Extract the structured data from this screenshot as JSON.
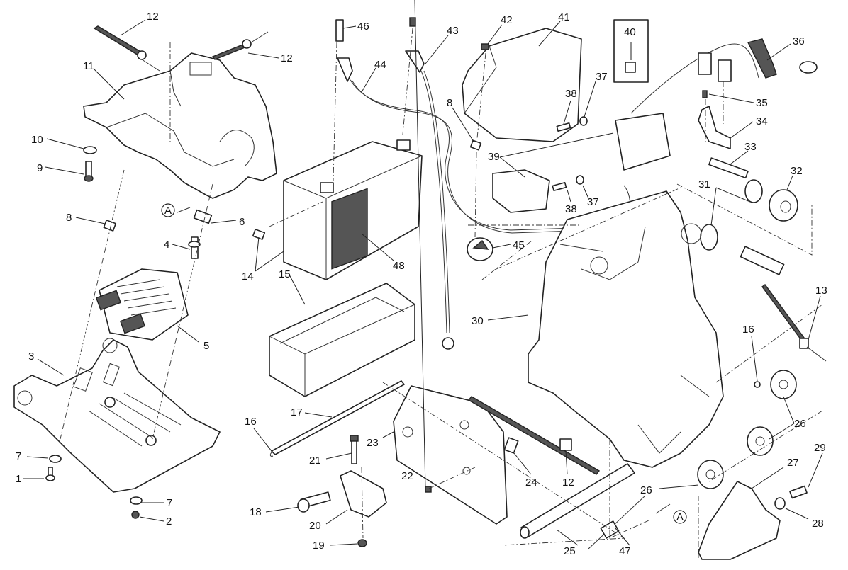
{
  "diagram": {
    "type": "exploded-parts-view",
    "reference_marker": "A",
    "callouts": [
      {
        "id": "c12a",
        "label": "12"
      },
      {
        "id": "c12b",
        "label": "12"
      },
      {
        "id": "c11",
        "label": "11"
      },
      {
        "id": "c10",
        "label": "10"
      },
      {
        "id": "c9",
        "label": "9"
      },
      {
        "id": "c8a",
        "label": "8"
      },
      {
        "id": "c6",
        "label": "6"
      },
      {
        "id": "c4",
        "label": "4"
      },
      {
        "id": "c5",
        "label": "5"
      },
      {
        "id": "c3",
        "label": "3"
      },
      {
        "id": "c7a",
        "label": "7"
      },
      {
        "id": "c1",
        "label": "1"
      },
      {
        "id": "c7b",
        "label": "7"
      },
      {
        "id": "c2",
        "label": "2"
      },
      {
        "id": "c46",
        "label": "46"
      },
      {
        "id": "c43",
        "label": "43"
      },
      {
        "id": "c44",
        "label": "44"
      },
      {
        "id": "c42",
        "label": "42"
      },
      {
        "id": "c41",
        "label": "41"
      },
      {
        "id": "c40",
        "label": "40"
      },
      {
        "id": "c36",
        "label": "36"
      },
      {
        "id": "c38a",
        "label": "38"
      },
      {
        "id": "c37a",
        "label": "37"
      },
      {
        "id": "c35",
        "label": "35"
      },
      {
        "id": "c34",
        "label": "34"
      },
      {
        "id": "c8b",
        "label": "8"
      },
      {
        "id": "c39",
        "label": "39"
      },
      {
        "id": "c38b",
        "label": "38"
      },
      {
        "id": "c37b",
        "label": "37"
      },
      {
        "id": "c33",
        "label": "33"
      },
      {
        "id": "c32",
        "label": "32"
      },
      {
        "id": "c31",
        "label": "31"
      },
      {
        "id": "c14",
        "label": "14"
      },
      {
        "id": "c15",
        "label": "15"
      },
      {
        "id": "c48",
        "label": "48"
      },
      {
        "id": "c45",
        "label": "45"
      },
      {
        "id": "c30",
        "label": "30"
      },
      {
        "id": "c13",
        "label": "13"
      },
      {
        "id": "c16a",
        "label": "16"
      },
      {
        "id": "c26a",
        "label": "26"
      },
      {
        "id": "c17",
        "label": "17"
      },
      {
        "id": "c16b",
        "label": "16"
      },
      {
        "id": "c23",
        "label": "23"
      },
      {
        "id": "c21",
        "label": "21"
      },
      {
        "id": "c22",
        "label": "22"
      },
      {
        "id": "c24",
        "label": "24"
      },
      {
        "id": "c12c",
        "label": "12"
      },
      {
        "id": "c18",
        "label": "18"
      },
      {
        "id": "c20",
        "label": "20"
      },
      {
        "id": "c19",
        "label": "19"
      },
      {
        "id": "c25",
        "label": "25"
      },
      {
        "id": "c47",
        "label": "47"
      },
      {
        "id": "c26b",
        "label": "26"
      },
      {
        "id": "c27",
        "label": "27"
      },
      {
        "id": "c29",
        "label": "29"
      },
      {
        "id": "c28",
        "label": "28"
      }
    ]
  }
}
